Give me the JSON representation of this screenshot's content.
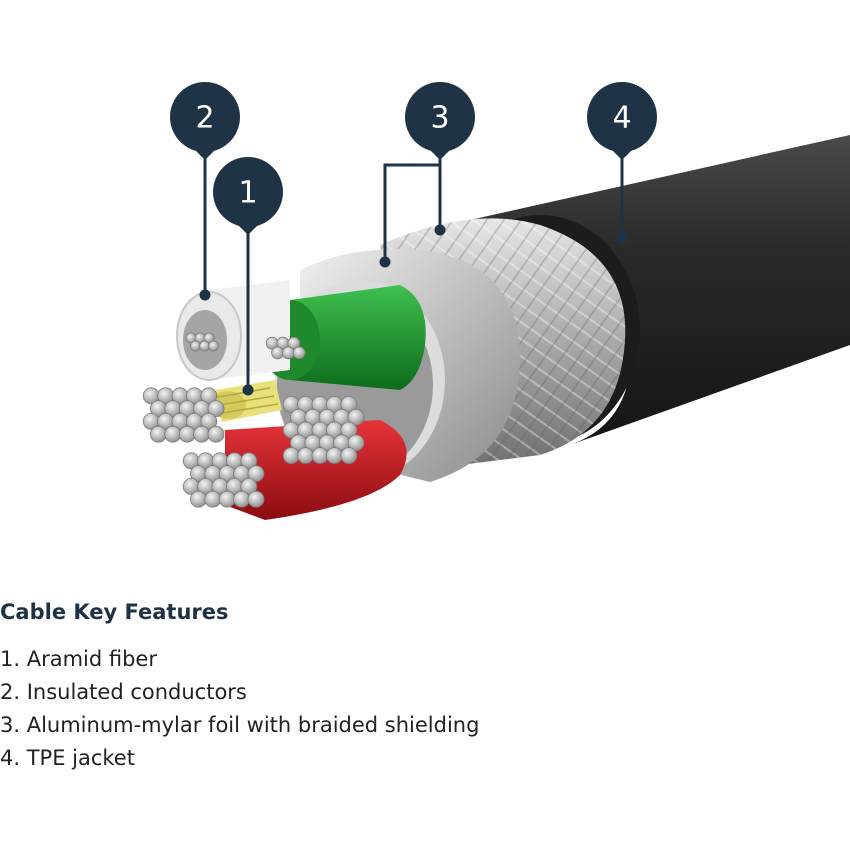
{
  "callouts": [
    {
      "number": "1",
      "label": "Aramid fiber"
    },
    {
      "number": "2",
      "label": "Insulated conductors"
    },
    {
      "number": "3",
      "label": "Aluminum-mylar foil with braided shielding"
    },
    {
      "number": "4",
      "label": "TPE jacket"
    }
  ],
  "features": {
    "title": "Cable Key Features",
    "items": [
      "1. Aramid fiber",
      "2. Insulated conductors",
      "3. Aluminum-mylar foil with braided shielding",
      "4. TPE jacket"
    ]
  },
  "colors": {
    "callout": "#1e3446",
    "jacket": "#2a2a2a",
    "green_conductor": "#1a9a2e",
    "red_conductor": "#c8161d",
    "aramid": "#e8e07a",
    "braid": "#b8b8b8"
  }
}
